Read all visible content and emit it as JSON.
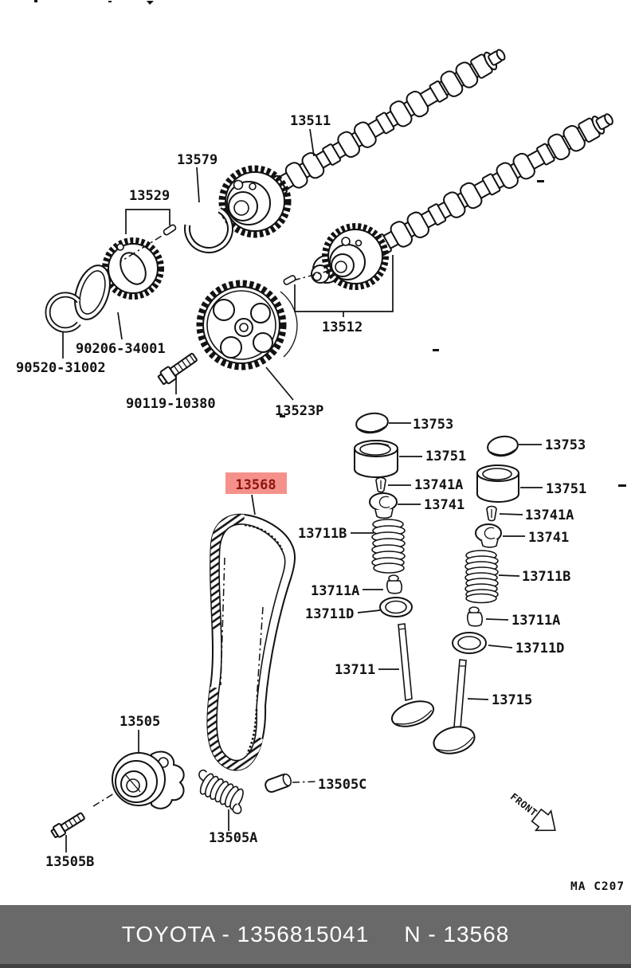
{
  "parts": {
    "camshaft": "13511",
    "camshaft_set_ring": "13579",
    "camshaft_sub_gear": "13529",
    "gear_spring_plate": "90206-34001",
    "gear_snap_ring": "90520-31002",
    "gear_bolt": "90119-10380",
    "camshaft_timing_pulley": "13523P",
    "camshaft_no2": "13512",
    "timing_belt": "13568",
    "valve_cap_in": "13753",
    "valve_lifter_in": "13751",
    "retainer_lock_in": "13741A",
    "spring_retainer_in": "13741",
    "valve_spring_in": "13711B",
    "stem_seal_in": "13711A",
    "spring_seat_in": "13711D",
    "intake_valve": "13711",
    "valve_cap_ex": "13753",
    "valve_lifter_ex": "13751",
    "retainer_lock_ex": "13741A",
    "spring_retainer_ex": "13741",
    "valve_spring_ex": "13711B",
    "stem_seal_ex": "13711A",
    "spring_seat_ex": "13711D",
    "exhaust_valve": "13715",
    "belt_tensioner": "13505",
    "tensioner_spring": "13505A",
    "tensioner_bolt": "13505B",
    "tensioner_pin": "13505C"
  },
  "highlight": {
    "bg": "#f5918b",
    "text": "#8c1410"
  },
  "diagram_code": "MA C207",
  "front_marker": "FRONT",
  "footer": {
    "left": "TOYOTA - 1356815041",
    "right": "N - 13568",
    "bg": "#696969",
    "text": "#ffffff"
  }
}
